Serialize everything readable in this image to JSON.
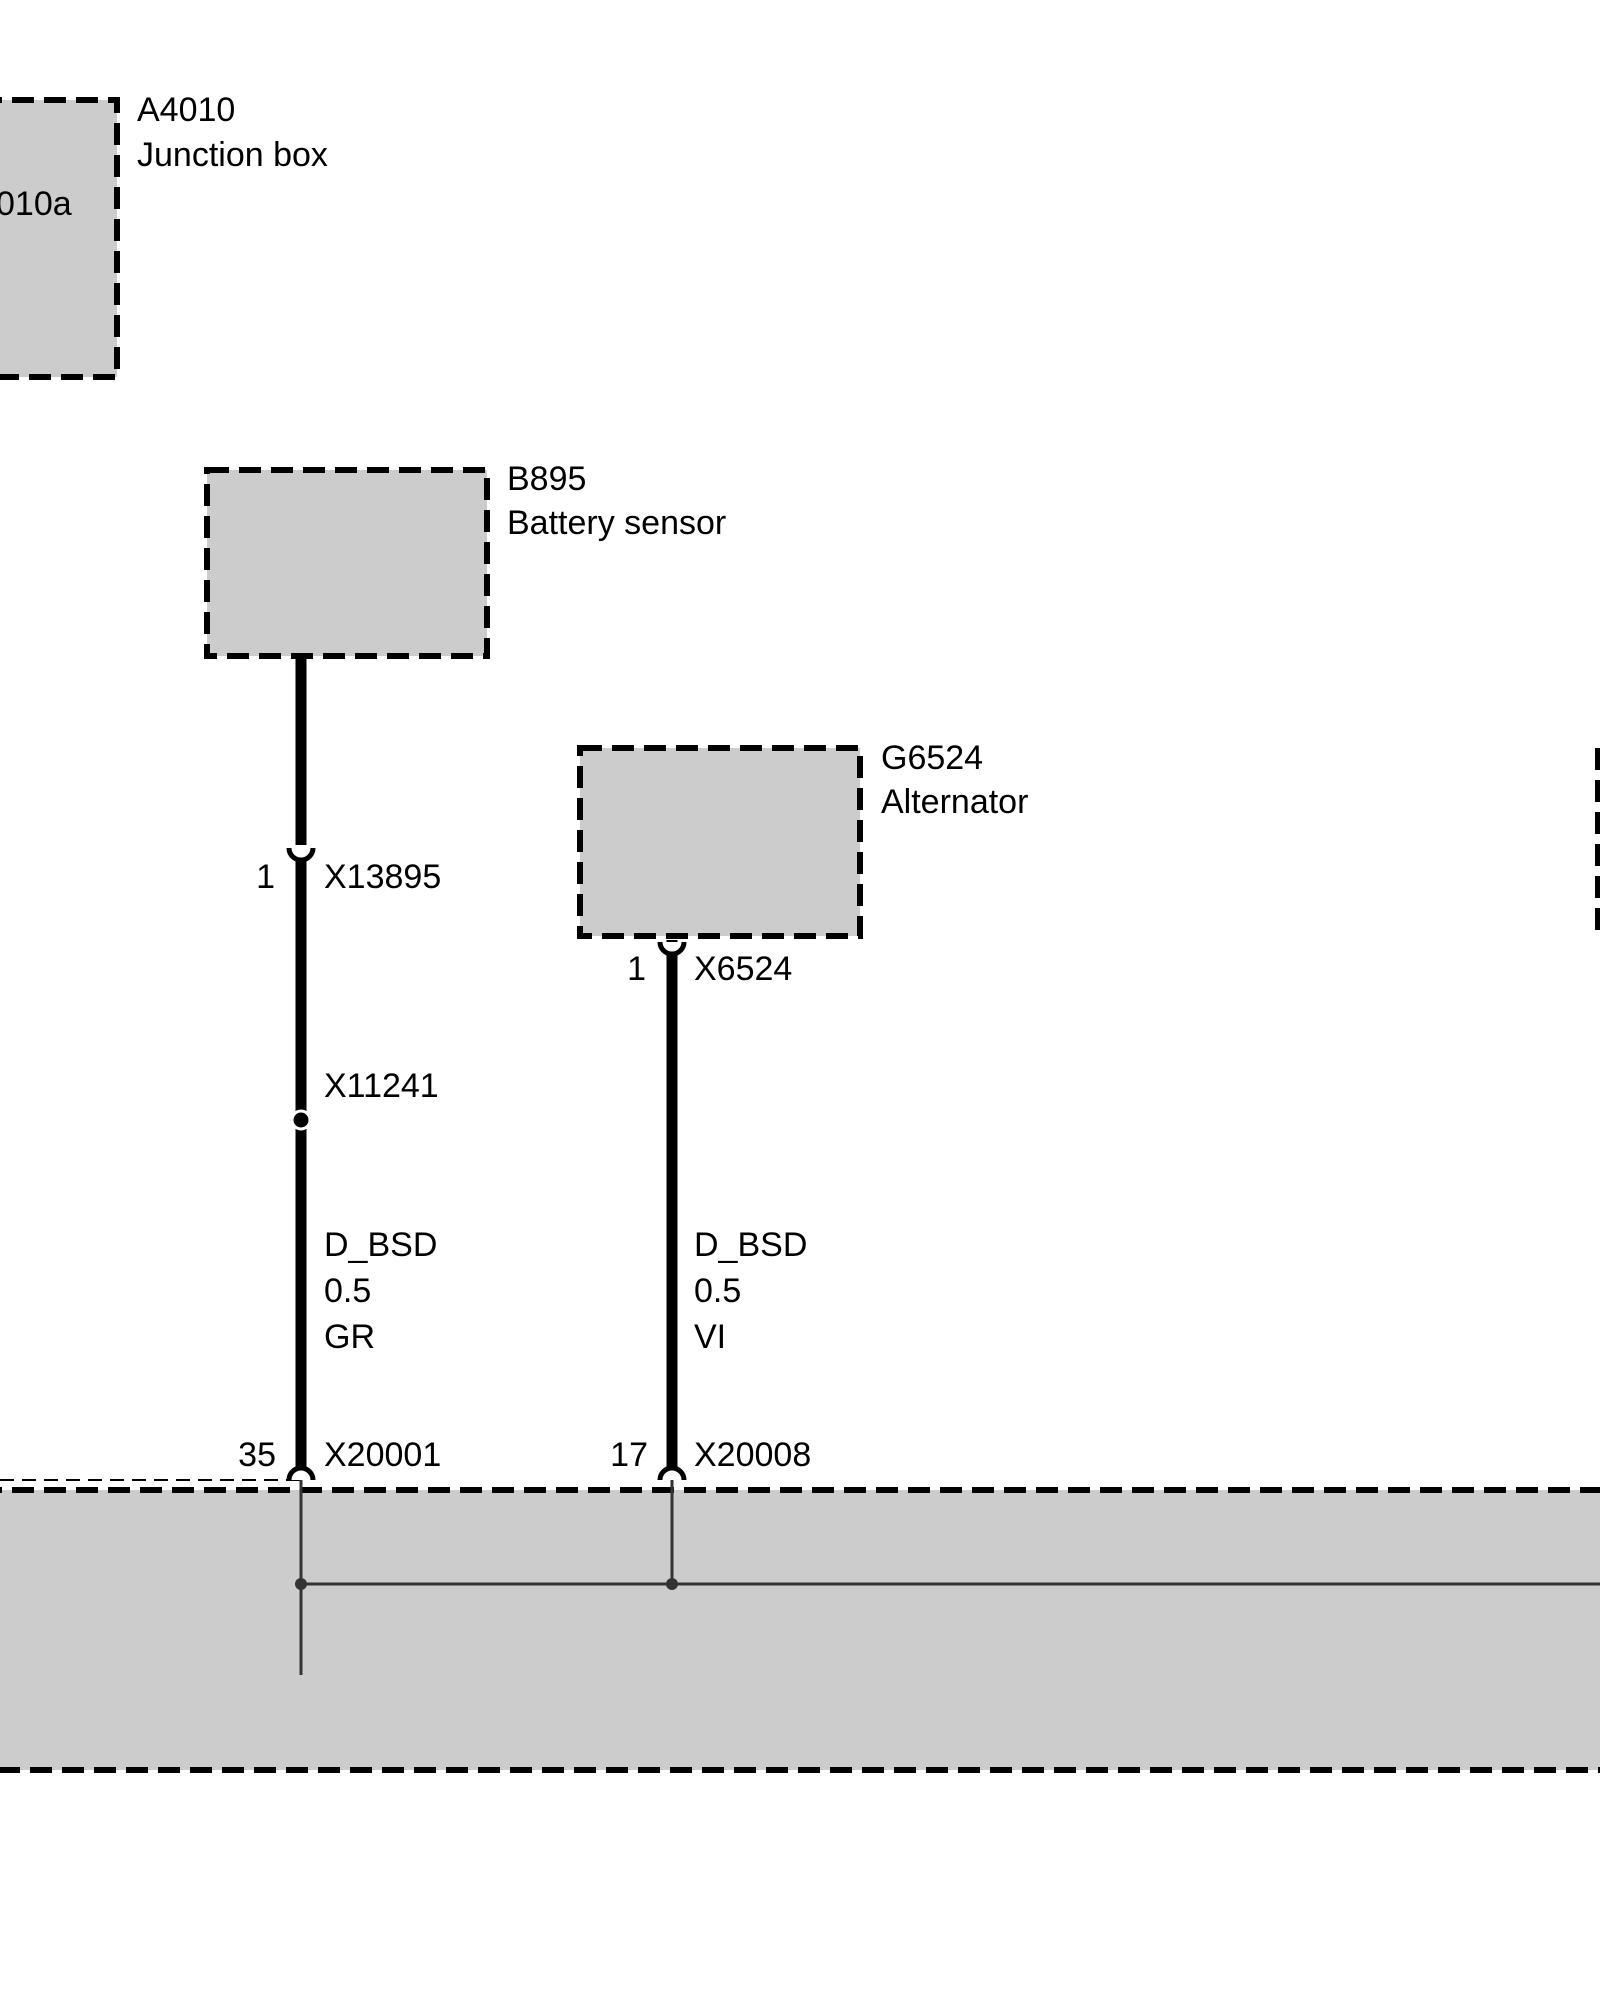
{
  "components": {
    "a4010": {
      "id": "A4010",
      "name": "Junction box",
      "inner_label": "010a"
    },
    "b895": {
      "id": "B895",
      "name": "Battery sensor"
    },
    "g6524": {
      "id": "G6524",
      "name": "Alternator"
    }
  },
  "connectors": {
    "x13895": {
      "id": "X13895",
      "pin": "1"
    },
    "x6524": {
      "id": "X6524",
      "pin": "1"
    },
    "x11241": {
      "id": "X11241"
    },
    "x20001": {
      "id": "X20001",
      "pin": "35"
    },
    "x20008": {
      "id": "X20008",
      "pin": "17"
    }
  },
  "wires": {
    "battery_sensor_wire": {
      "signal": "D_BSD",
      "gauge": "0.5",
      "color": "GR"
    },
    "alternator_wire": {
      "signal": "D_BSD",
      "gauge": "0.5",
      "color": "VI"
    }
  },
  "colors": {
    "component_fill": "#cccccc",
    "line": "#000000",
    "background": "#ffffff"
  }
}
